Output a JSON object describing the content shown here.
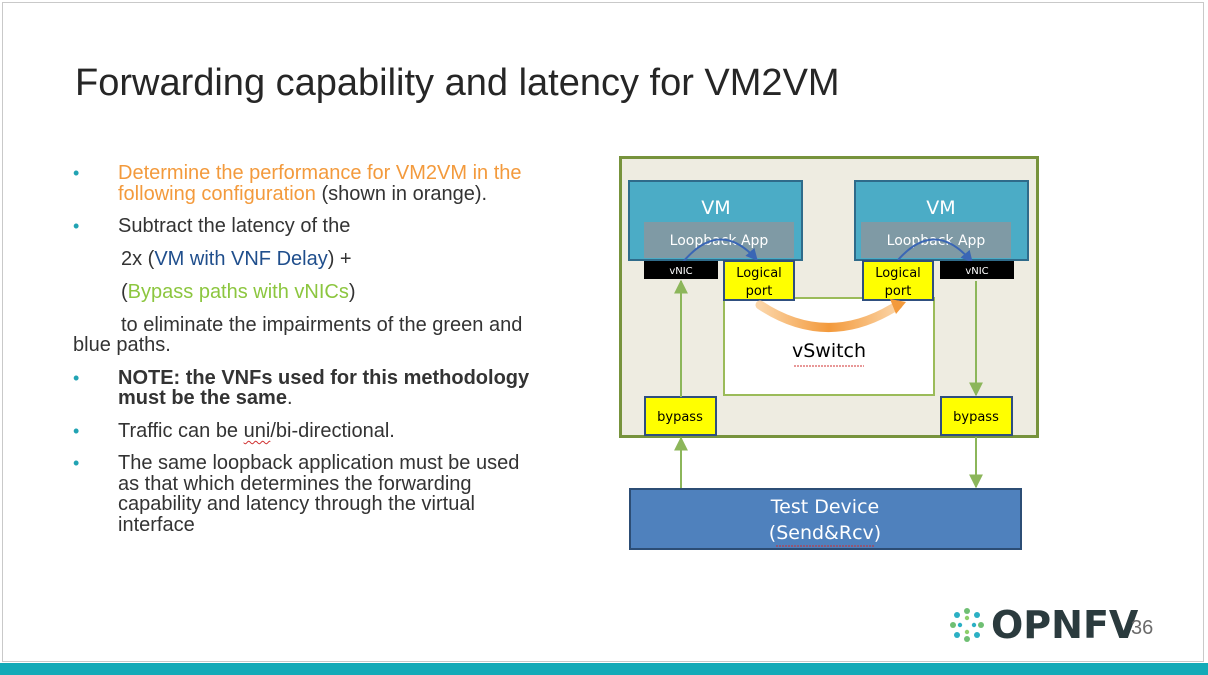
{
  "slide": {
    "title": "Forwarding capability and latency for VM2VM",
    "page_number": "36",
    "logo_text": "OPNFV"
  },
  "bullets": {
    "b1_orange_line1": "Determine the performance for VM2VM in the",
    "b1_orange_line2": "following configuration",
    "b1_rest": " (shown in orange).",
    "b2_line1": "Subtract the latency of the",
    "b2_l2_pre": "2x (",
    "b2_l2_blue": "VM with VNF Delay",
    "b2_l2_post": ") +",
    "b2_l3_pre": "(",
    "b2_l3_green": "Bypass paths with vNICs",
    "b2_l3_post": ")",
    "b2_line4": "to eliminate the impairments of the green and",
    "b2_line5": "blue paths.",
    "b3_line1": "NOTE: the VNFs used for this methodology",
    "b3_line2_bold": "must be the same",
    "b3_line2_rest": ".",
    "b4_pre": "Traffic can be ",
    "b4_squig": "uni",
    "b4_post": "/bi-directional.",
    "b5_line1": "The same loopback application must be used",
    "b5_line2": "as that which determines the forwarding",
    "b5_line3": "capability and latency through the virtual",
    "b5_line4": "interface"
  },
  "diagram": {
    "vm_left_label": "VM",
    "vm_right_label": "VM",
    "loopback_left": "Loopback App",
    "loopback_right": "Loopback App",
    "vnic_left": "vNIC",
    "vnic_right": "vNIC",
    "logical_port_line1": "Logical",
    "logical_port_line2": "port",
    "vswitch_label": "vSwitch",
    "bypass_left": "bypass",
    "bypass_right": "bypass",
    "test_device_line1": "Test Device",
    "test_device_line2": "(Send&Rcv)"
  },
  "colors": {
    "accent_teal": "#13aab7",
    "orange": "#f39a3c",
    "blue_text": "#1f4e8c",
    "green_text": "#8cc63f",
    "vm_box": "#4bacc6",
    "yellow_port": "#ffff00",
    "test_device": "#4f81bd"
  }
}
